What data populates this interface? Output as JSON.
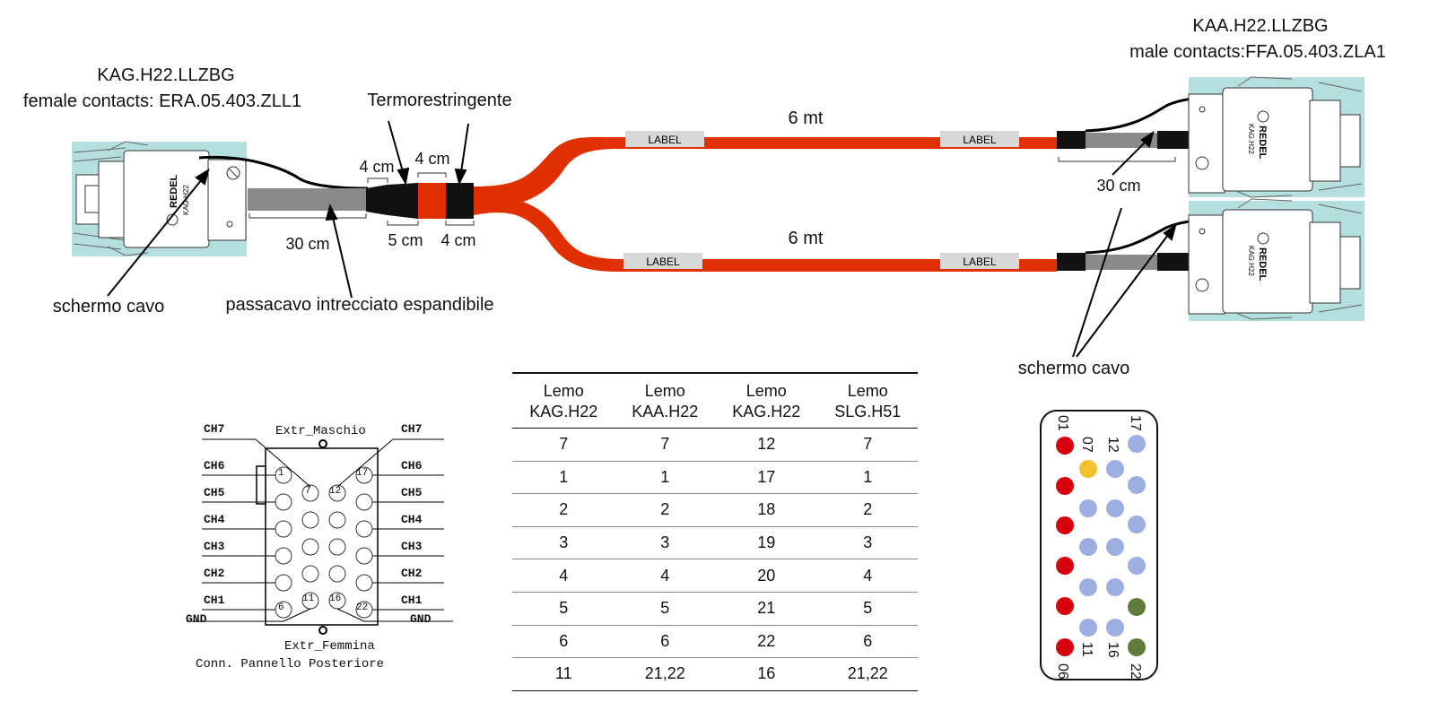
{
  "left_connector": {
    "model": "KAG.H22.LLZBG",
    "contacts": "female contacts: ERA.05.403.ZLL1",
    "brand": "REDEL",
    "body_text": "KAG.H22"
  },
  "right_connector": {
    "model": "KAA.H22.LLZBG",
    "contacts": "male contacts:FFA.05.403.ZLA1",
    "brand": "REDEL",
    "body_text": "KAG.H22"
  },
  "cable_labels": {
    "heat_shrink": "Termorestringente",
    "shield_left": "schermo cavo",
    "braided_sleeve": "passacavo intrecciato espandibile",
    "shield_right": "schermo cavo",
    "length_top": "6 mt",
    "length_bottom": "6 mt",
    "label_tag": "LABEL"
  },
  "dimensions": {
    "d4cm_a": "4 cm",
    "d4cm_b": "4 cm",
    "d5cm": "5 cm",
    "d4cm_c": "4 cm",
    "d30cm_left": "30 cm",
    "d30cm_right": "30 cm"
  },
  "panel_diagram": {
    "top_label": "Extr_Maschio",
    "bottom_label": "Extr_Femmina",
    "caption": "Conn. Pannello Posteriore",
    "channels_left": [
      "CH7",
      "CH6",
      "CH5",
      "CH4",
      "CH3",
      "CH2",
      "CH1"
    ],
    "channels_right": [
      "CH7",
      "CH6",
      "CH5",
      "CH4",
      "CH3",
      "CH2",
      "CH1"
    ],
    "gnd_left": "GND",
    "gnd_right": "GND",
    "pin_numbers": [
      "1",
      "7",
      "12",
      "17",
      "6",
      "11",
      "16",
      "22"
    ]
  },
  "pin_table": {
    "headers": [
      [
        "Lemo",
        "KAG.H22"
      ],
      [
        "Lemo",
        "KAA.H22"
      ],
      [
        "Lemo",
        "KAG.H22"
      ],
      [
        "Lemo",
        "SLG.H51"
      ]
    ],
    "rows": [
      [
        "7",
        "7",
        "12",
        "7"
      ],
      [
        "1",
        "1",
        "17",
        "1"
      ],
      [
        "2",
        "2",
        "18",
        "2"
      ],
      [
        "3",
        "3",
        "19",
        "3"
      ],
      [
        "4",
        "4",
        "20",
        "4"
      ],
      [
        "5",
        "5",
        "21",
        "5"
      ],
      [
        "6",
        "6",
        "22",
        "6"
      ],
      [
        "11",
        "21,22",
        "16",
        "21,22"
      ]
    ]
  },
  "color_face": {
    "pin_labels": [
      "01",
      "07",
      "12",
      "17",
      "06",
      "11",
      "16",
      "22"
    ],
    "colors": {
      "red": "#d7000f",
      "yellow": "#f2c12e",
      "blue": "#9daee0",
      "green": "#5e7d3a"
    }
  },
  "colors": {
    "cable_red": "#e03000",
    "sleeve_gray": "#8a8a8a",
    "connector_bg": "#b5dede",
    "label_gray": "#d8d8d8"
  }
}
